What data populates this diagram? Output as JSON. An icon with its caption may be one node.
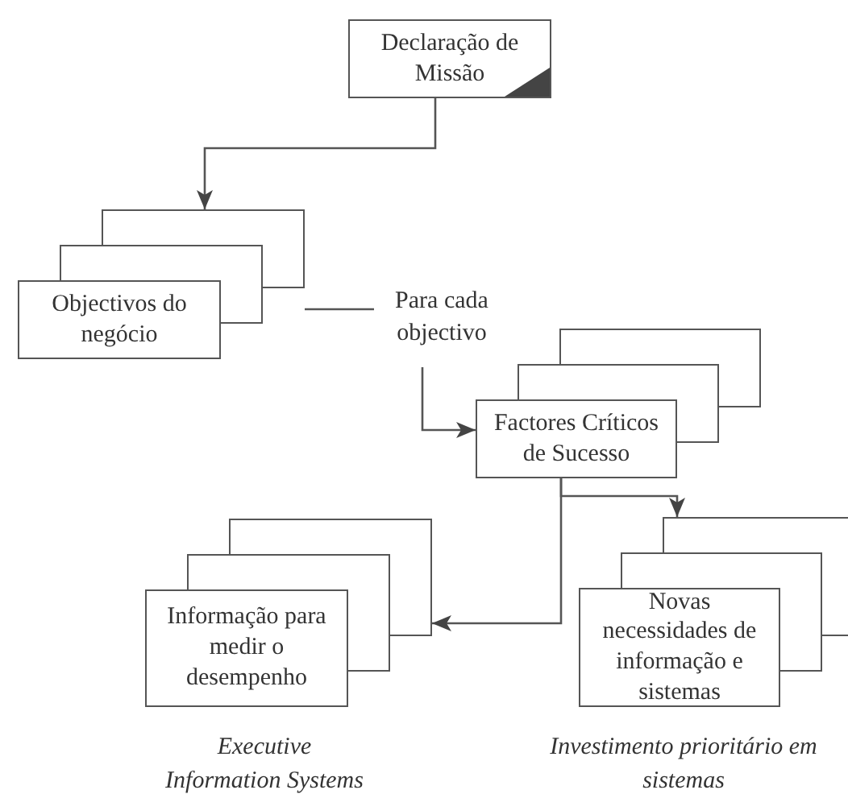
{
  "diagram": {
    "nodes": [
      {
        "text": [
          "Declaração de Missão"
        ]
      },
      {
        "text": [
          "Objectivos do negócio"
        ]
      },
      {
        "text": [
          "Para cada objectivo"
        ]
      },
      {
        "text": [
          "Factores Críticos de Sucesso"
        ]
      },
      {
        "text": [
          "Informação para medir o desempenho"
        ],
        "beside": [
          "Executive Information Systems"
        ]
      },
      {
        "text": [
          "Novas necessidades de informação e sistemas"
        ],
        "beside": [
          "Investimento prioritário em sistemas"
        ]
      }
    ],
    "edges": [
      {
        "from": 0,
        "to": 1,
        "arrow": "to"
      },
      {
        "from": 1,
        "to": 2,
        "arrow": "none"
      },
      {
        "from": 2,
        "to": 3,
        "arrow": "to"
      },
      {
        "from": 3,
        "to": 4,
        "arrow": "to"
      },
      {
        "from": 3,
        "to": 5,
        "arrow": "to"
      }
    ]
  }
}
